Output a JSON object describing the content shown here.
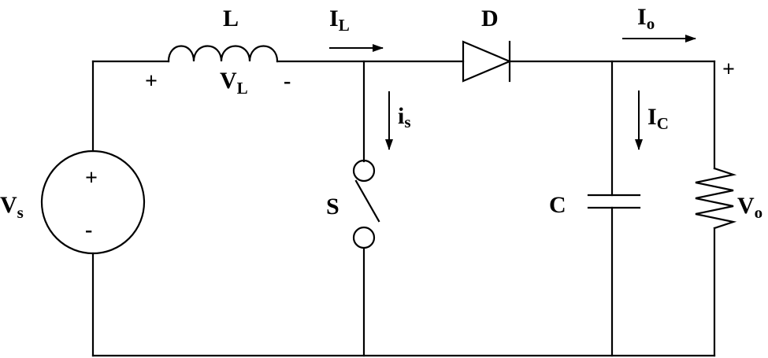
{
  "diagram": {
    "source": {
      "label_main": "V",
      "label_sub": "s",
      "plus": "+",
      "minus": "-"
    },
    "inductor": {
      "label": "L",
      "voltage_main": "V",
      "voltage_sub": "L",
      "plus": "+",
      "minus": "-"
    },
    "inductor_current": {
      "label_main": "I",
      "label_sub": "L"
    },
    "diode": {
      "label": "D"
    },
    "output_current": {
      "label_main": "I",
      "label_sub": "o"
    },
    "switch": {
      "label": "S"
    },
    "switch_current": {
      "label_main": "i",
      "label_sub": "s"
    },
    "capacitor": {
      "label": "C"
    },
    "capacitor_current": {
      "label_main": "I",
      "label_sub": "C"
    },
    "output": {
      "plus": "+",
      "voltage_main": "V",
      "voltage_sub": "o"
    }
  }
}
